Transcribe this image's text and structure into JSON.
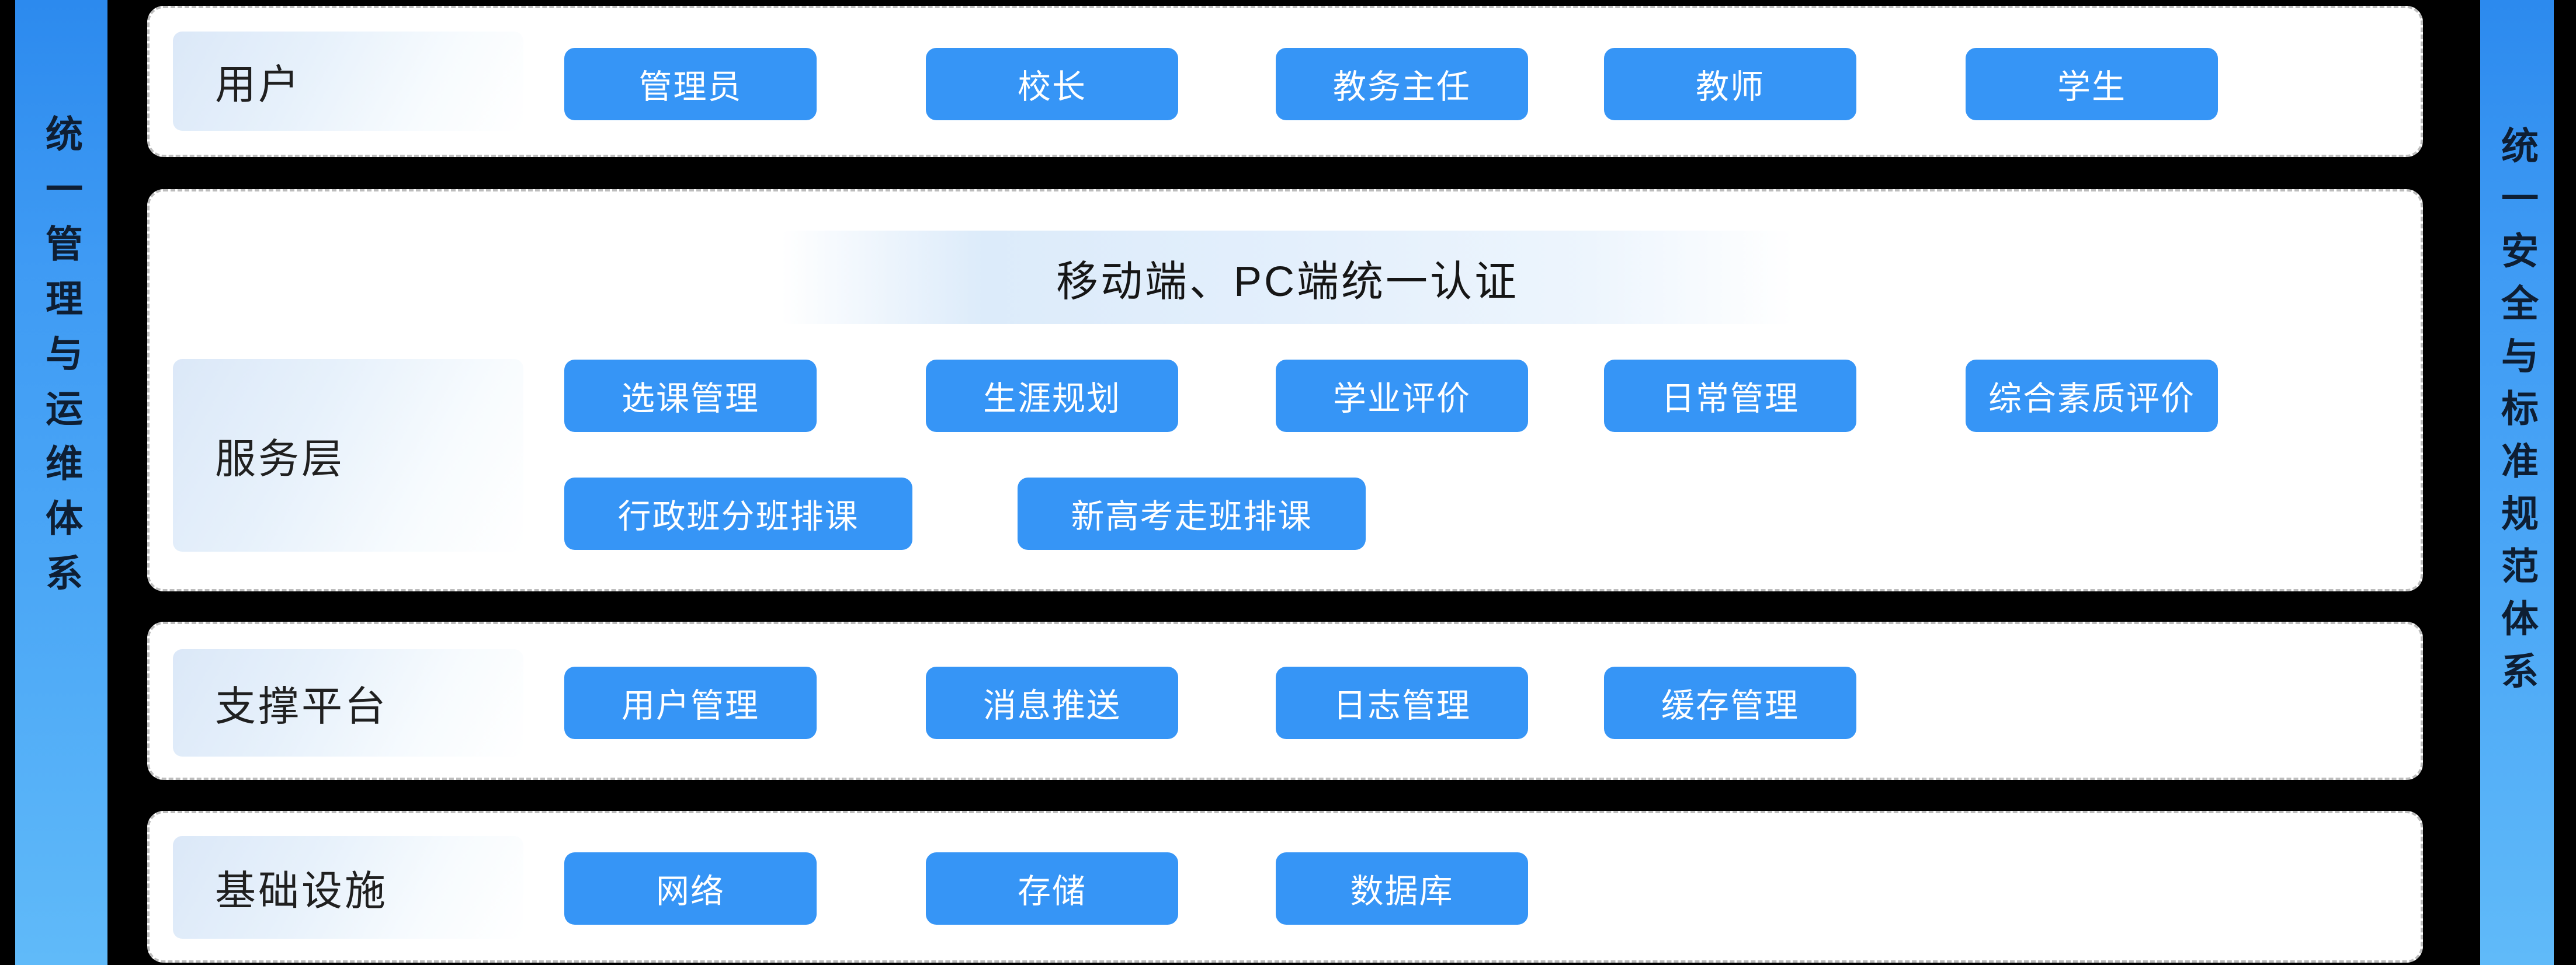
{
  "sidebars": {
    "left": "统一管理与运维体系",
    "right": "统一安全与标准规范体系"
  },
  "layers": [
    {
      "label": "用户",
      "buttons": [
        "管理员",
        "校长",
        "教务主任",
        "教师",
        "学生"
      ]
    },
    {
      "label": "服务层",
      "banner": "移动端、PC端统一认证",
      "buttons": [
        "选课管理",
        "生涯规划",
        "学业评价",
        "日常管理",
        "综合素质评价"
      ],
      "buttons_row2": [
        "行政班分班排课",
        "新高考走班排课"
      ]
    },
    {
      "label": "支撑平台",
      "buttons": [
        "用户管理",
        "消息推送",
        "日志管理",
        "缓存管理"
      ]
    },
    {
      "label": "基础设施",
      "buttons": [
        "网络",
        "存储",
        "数据库"
      ]
    }
  ],
  "colors": {
    "node_blue": "#3695f6",
    "ribbon_blue_top": "#2c8aee",
    "ribbon_blue_bottom": "#60baf9",
    "ribbon_text": "#0e1e33",
    "card_border": "#bdbdbd",
    "background": "#000000"
  }
}
